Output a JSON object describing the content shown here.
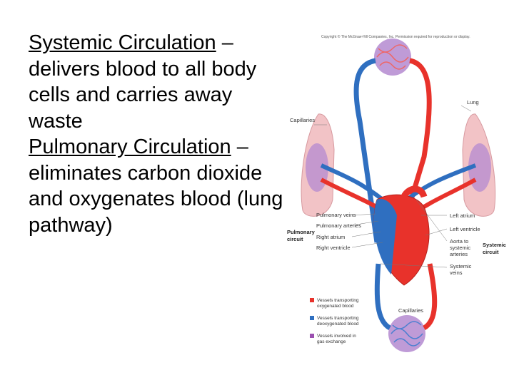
{
  "text": {
    "systemic_title": "Systemic Circulation",
    "systemic_desc": " – delivers blood to all body cells and carries away waste",
    "pulmonary_title": "Pulmonary Circulation",
    "pulmonary_desc": " – eliminates carbon dioxide and oxygenates blood (lung pathway)"
  },
  "figure": {
    "copyright": "Copyright © The McGraw-Hill Companies, Inc. Permission required for reproduction or display.",
    "labels": {
      "capillaries_top": "Capillaries",
      "lung": "Lung",
      "pulmonary_veins": "Pulmonary veins",
      "pulmonary_arteries": "Pulmonary arteries",
      "right_atrium": "Right atrium",
      "right_ventricle": "Right ventricle",
      "left_atrium": "Left atrium",
      "left_ventricle": "Left ventricle",
      "aorta_1": "Aorta to",
      "aorta_2": "systemic",
      "aorta_3": "arteries",
      "systemic_veins_1": "Systemic",
      "systemic_veins_2": "veins",
      "capillaries_bottom": "Capillaries",
      "pulmonary_circuit_1": "Pulmonary",
      "pulmonary_circuit_2": "circuit",
      "systemic_circuit_1": "Systemic",
      "systemic_circuit_2": "circuit"
    },
    "legend": [
      {
        "color": "#e8322b",
        "line1": "Vessels transporting",
        "line2": "oxygenated blood"
      },
      {
        "color": "#2f6fc0",
        "line1": "Vessels transporting",
        "line2": "deoxygenated blood"
      },
      {
        "color": "#9b4fb0",
        "line1": "Vessels involved in",
        "line2": "gas exchange"
      }
    ]
  }
}
